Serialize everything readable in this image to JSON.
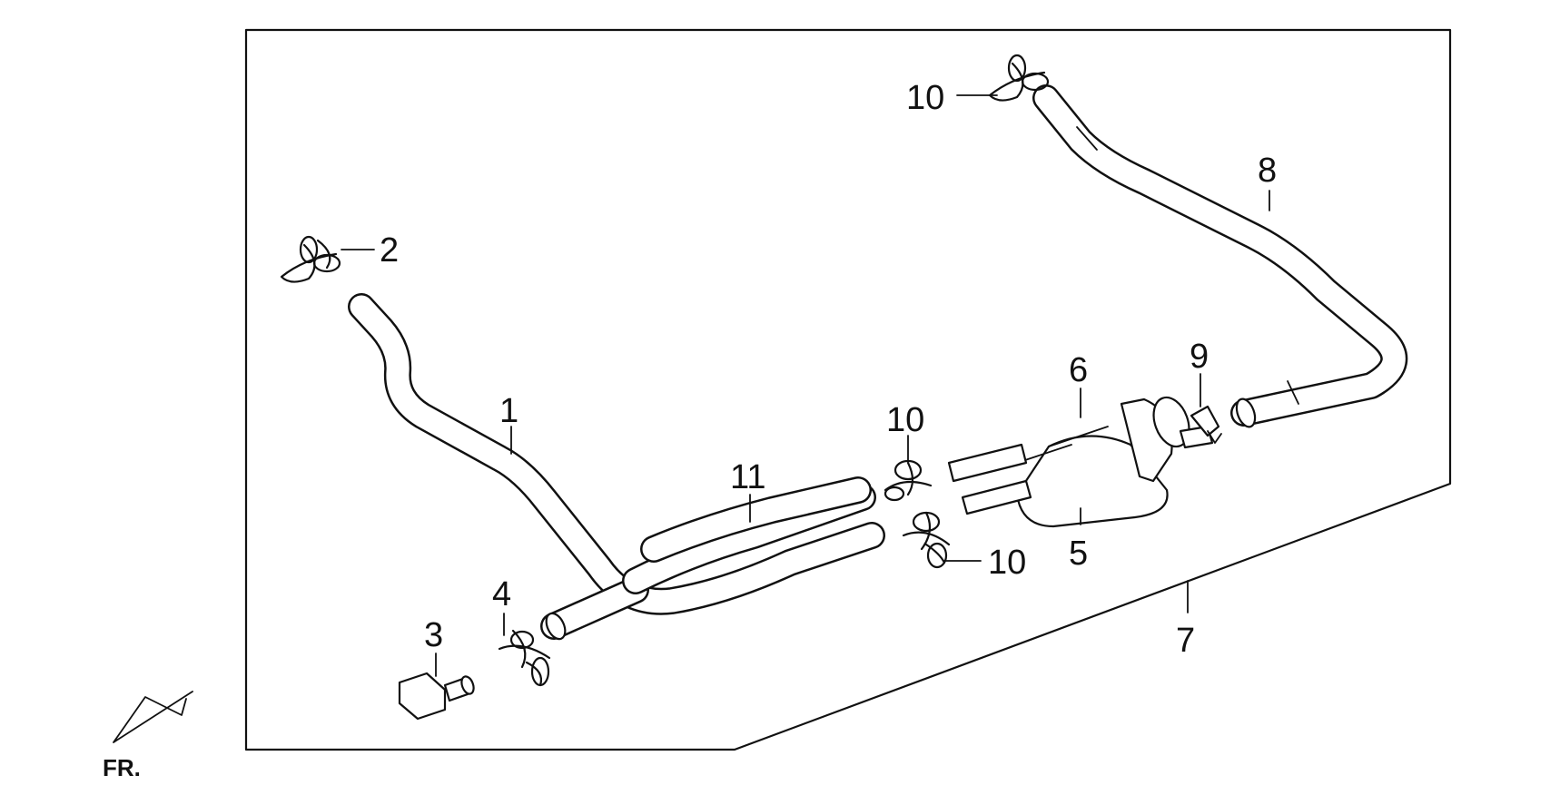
{
  "callouts": {
    "c1": "1",
    "c2": "2",
    "c3": "3",
    "c4": "4",
    "c5": "5",
    "c6": "6",
    "c7": "7",
    "c8": "8",
    "c9": "9",
    "c10_top": "10",
    "c10_mid": "10",
    "c10_low": "10",
    "c11": "11"
  },
  "direction_label": "FR."
}
